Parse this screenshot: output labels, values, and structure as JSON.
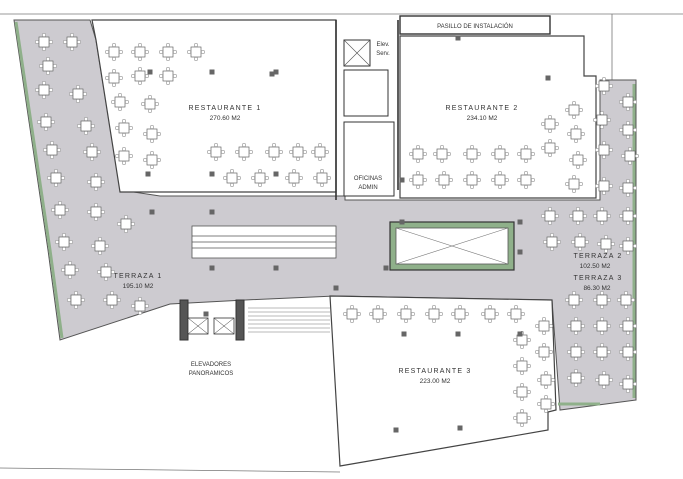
{
  "labels": {
    "pasillo": "PASILLO DE INSTALACIÓN",
    "elev_serv_1": "Elev.",
    "elev_serv_2": "Serv.",
    "restaurante1_name": "RESTAURANTE 1",
    "restaurante1_area": "270.60 M2",
    "restaurante2_name": "RESTAURANTE 2",
    "restaurante2_area": "234.10 M2",
    "oficinas_1": "OFICINAS",
    "oficinas_2": "ADMIN",
    "terraza1_name": "TERRAZA 1",
    "terraza1_area": "195.10 M2",
    "terraza2_name": "TERRAZA 2",
    "terraza2_area": "102.50 M2",
    "terraza3_name": "TERRAZA 3",
    "terraza3_area": "86.30 M2",
    "restaurante3_name": "RESTAURANTE 3",
    "restaurante3_area": "223.00 M2",
    "elevadores_1": "ELEVADORES",
    "elevadores_2": "PANORAMICOS"
  },
  "colors": {
    "terrace_fill": "#cdcbd0",
    "wall": "#3a3a3a",
    "planter": "#8fb08a",
    "line": "#6d6d6d",
    "table": "#ffffff"
  }
}
